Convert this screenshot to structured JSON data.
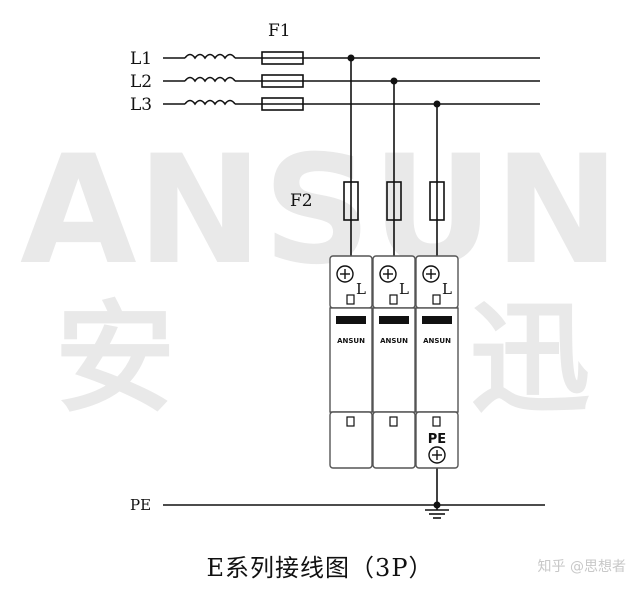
{
  "watermark": {
    "brand": "ANSUN",
    "cn_left": "安",
    "cn_right": "迅"
  },
  "labels": {
    "fuse_main": "F1",
    "fuse_branch": "F2",
    "line1": "L1",
    "line2": "L2",
    "line3": "L3",
    "pe": "PE"
  },
  "modules": [
    {
      "terminal": "L",
      "brand": "ANSUN"
    },
    {
      "terminal": "L",
      "brand": "ANSUN"
    },
    {
      "terminal": "L",
      "brand": "ANSUN"
    }
  ],
  "pe_module_label": "PE",
  "caption": "E系列接线图（3P）",
  "credit": "知乎 @思想者",
  "colors": {
    "line": "#111111",
    "watermark": "#e9e9e9",
    "module_fill": "#ffffff",
    "module_stroke": "#555555"
  }
}
